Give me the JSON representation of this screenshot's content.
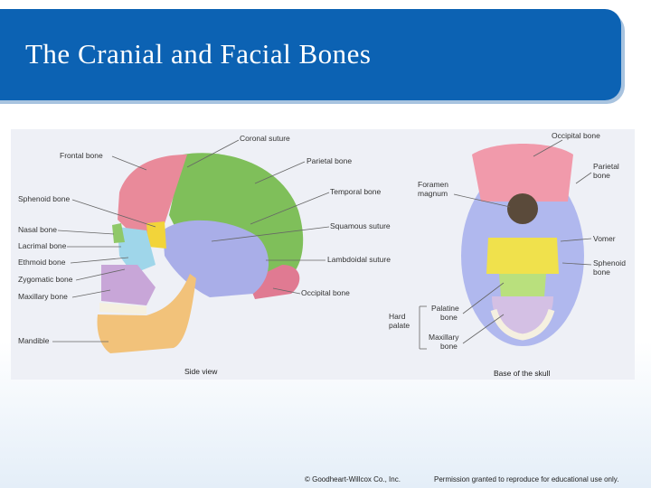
{
  "slide": {
    "title": "The Cranial and Facial Bones"
  },
  "figure": {
    "side_view": {
      "caption": "Side view",
      "labels": {
        "frontal": "Frontal bone",
        "coronal": "Coronal suture",
        "parietal": "Parietal bone",
        "sphenoid": "Sphenoid bone",
        "temporal": "Temporal bone",
        "nasal": "Nasal bone",
        "squamous": "Squamous suture",
        "lacrimal": "Lacrimal bone",
        "ethmoid": "Ethmoid bone",
        "lambdoidal": "Lambdoidal suture",
        "zygomatic": "Zygomatic bone",
        "occipital": "Occipital bone",
        "maxillary": "Maxillary bone",
        "mandible": "Mandible"
      }
    },
    "base_view": {
      "caption": "Base of the skull",
      "labels": {
        "occipital": "Occipital bone",
        "foramen_1": "Foramen",
        "foramen_2": "magnum",
        "parietal_1": "Parietal",
        "parietal_2": "bone",
        "vomer": "Vomer",
        "sphenoid_1": "Sphenoid",
        "sphenoid_2": "bone",
        "palatine_1": "Palatine",
        "palatine_2": "bone",
        "hard_palate_1": "Hard",
        "hard_palate_2": "palate",
        "maxillary_1": "Maxillary",
        "maxillary_2": "bone"
      }
    }
  },
  "footer": {
    "copyright": "© Goodheart-Willcox Co., Inc.",
    "permission": "Permission granted to reproduce for educational use only."
  }
}
